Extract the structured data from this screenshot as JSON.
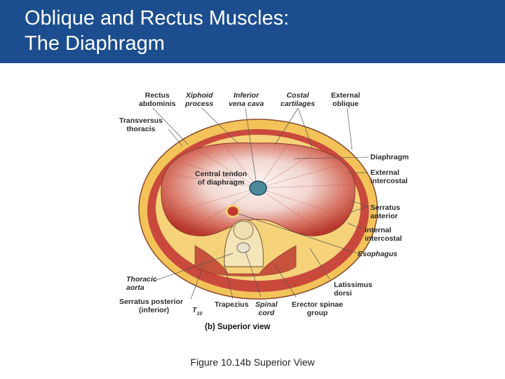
{
  "slide": {
    "title_line1": "Oblique and Rectus Muscles:",
    "title_line2": "The Diaphragm",
    "caption": "Figure 10.14b  Superior View",
    "header_color": "#1c4e8f"
  },
  "figure": {
    "view_label": "(b) Superior view",
    "labels": {
      "rectus_abdominis": [
        "Rectus",
        "abdominis"
      ],
      "xiphoid_process": [
        "Xiphoid",
        "process"
      ],
      "inferior_vena_cava": [
        "Inferior",
        "vena cava"
      ],
      "costal_cartilages": [
        "Costal",
        "cartilages"
      ],
      "external_oblique": [
        "External",
        "oblique"
      ],
      "transversus_thoracis": [
        "Transversus",
        "thoracis"
      ],
      "diaphragm": "Diaphragm",
      "central_tendon": [
        "Central tendon",
        "of diaphragm"
      ],
      "external_intercostal": [
        "External",
        "intercostal"
      ],
      "serratus_anterior": [
        "Serratus",
        "anterior"
      ],
      "internal_intercostal": [
        "Internal",
        "intercostal"
      ],
      "esophagus": "Esophagus",
      "thoracic_aorta": [
        "Thoracic",
        "aorta"
      ],
      "latissimus_dorsi": [
        "Latissimus",
        "dorsi"
      ],
      "serratus_posterior": [
        "Serratus posterior",
        "(inferior)"
      ],
      "vertebra_letter": "T",
      "vertebra_number": "10",
      "trapezius": "Trapezius",
      "spinal_cord": [
        "Spinal",
        "cord"
      ],
      "erector_spinae": [
        "Erector spinae",
        "group"
      ]
    },
    "colors": {
      "muscle": "#c84a3c",
      "tendon": "#f4eeee",
      "fat": "#f0c24a",
      "outline": "#8a4a2a",
      "leader": "#555555"
    }
  }
}
